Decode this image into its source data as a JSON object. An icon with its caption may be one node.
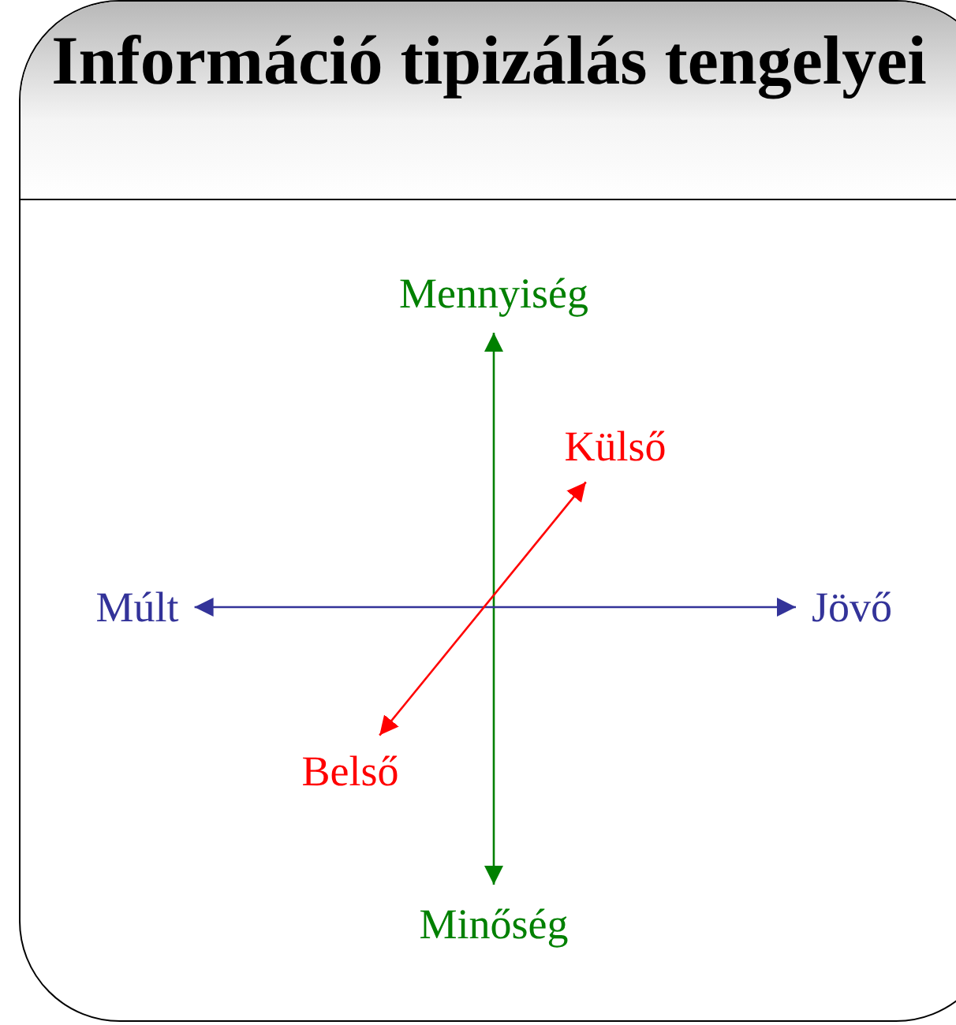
{
  "diagram": {
    "title": "Információ tipizálás tengelyei",
    "nodes": [
      {
        "text": [
          "Mennyiség"
        ]
      },
      {
        "text": [
          "Külső"
        ]
      },
      {
        "text": [
          "Múlt"
        ]
      },
      {
        "text": [
          "Jövő"
        ]
      },
      {
        "text": [
          "Belső"
        ]
      },
      {
        "text": [
          "Minőség"
        ]
      }
    ],
    "edges": [
      {
        "from": 0,
        "to": 5,
        "arrow": "both",
        "color": "#008000"
      },
      {
        "from": 2,
        "to": 3,
        "arrow": "both",
        "color": "#333399"
      },
      {
        "from": 4,
        "to": 1,
        "arrow": "both",
        "color": "#ff0000"
      }
    ]
  }
}
